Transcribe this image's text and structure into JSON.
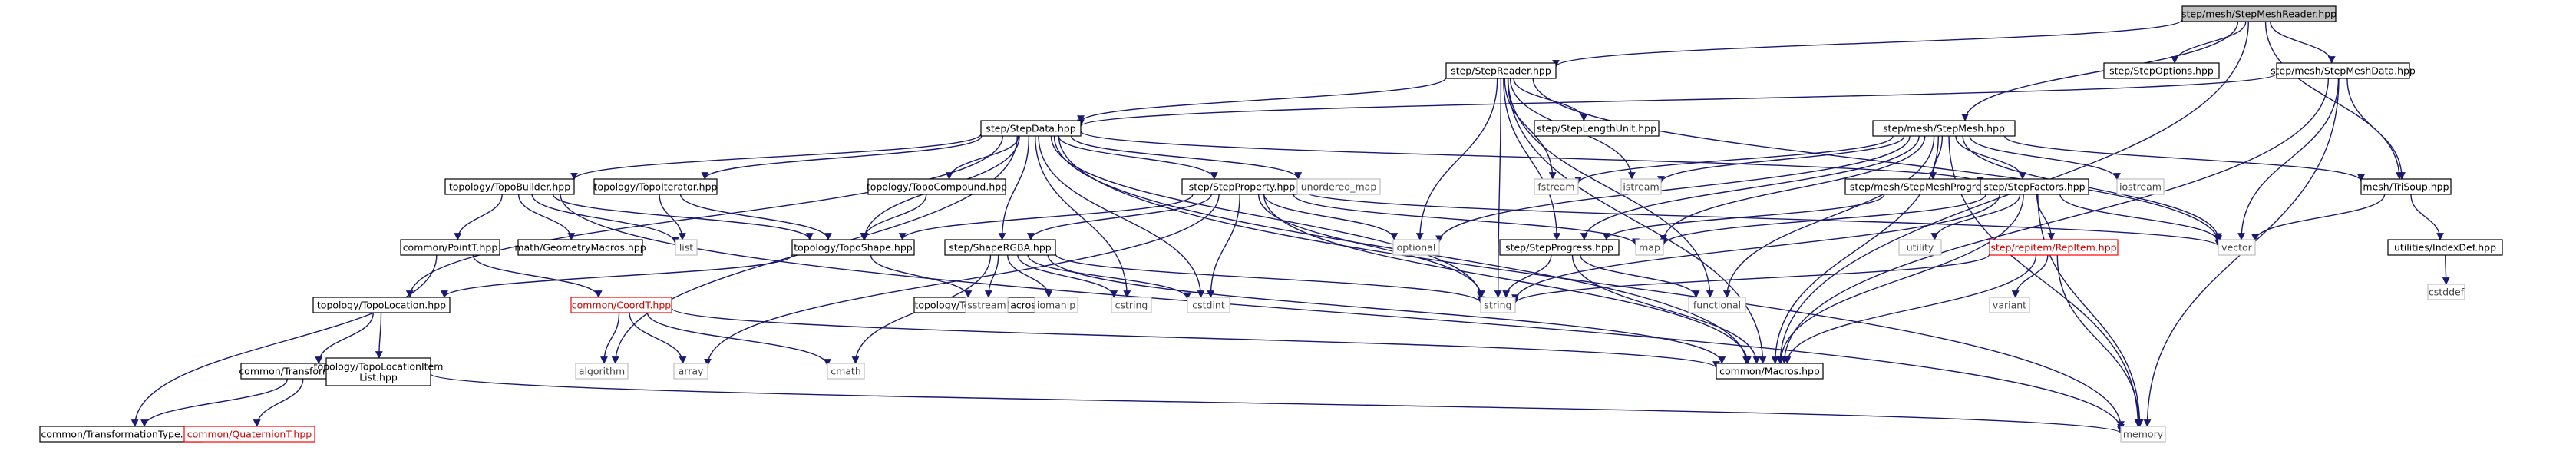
{
  "colors": {
    "edge": "#191970",
    "root_fill": "#bfbfbf",
    "root_stroke": "#000000",
    "local_stroke": "#000000",
    "local_text": "#000000",
    "system_stroke": "#bfbfbf",
    "system_text": "#444444",
    "incomplete_stroke": "#ff0000",
    "incomplete_text": "#cc0000"
  },
  "nodes": [
    {
      "id": "root",
      "label": "step/mesh/StepMeshReader.hpp",
      "kind": "root"
    },
    {
      "id": "reader",
      "label": "step/StepReader.hpp",
      "kind": "local"
    },
    {
      "id": "options",
      "label": "step/StepOptions.hpp",
      "kind": "local"
    },
    {
      "id": "meshdata",
      "label": "step/mesh/StepMeshData.hpp",
      "kind": "local"
    },
    {
      "id": "stepdata",
      "label": "step/StepData.hpp",
      "kind": "local"
    },
    {
      "id": "lengthunit",
      "label": "step/StepLengthUnit.hpp",
      "kind": "local"
    },
    {
      "id": "stepmesh",
      "label": "step/mesh/StepMesh.hpp",
      "kind": "local"
    },
    {
      "id": "topobuilder",
      "label": "topology/TopoBuilder.hpp",
      "kind": "local"
    },
    {
      "id": "topoiter",
      "label": "topology/TopoIterator.hpp",
      "kind": "local"
    },
    {
      "id": "topocompound",
      "label": "topology/TopoCompound.hpp",
      "kind": "local"
    },
    {
      "id": "stepproperty",
      "label": "step/StepProperty.hpp",
      "kind": "local"
    },
    {
      "id": "unordered_map",
      "label": "unordered_map",
      "kind": "system"
    },
    {
      "id": "fstream",
      "label": "fstream",
      "kind": "system"
    },
    {
      "id": "istream",
      "label": "istream",
      "kind": "system"
    },
    {
      "id": "meshprogress",
      "label": "step/mesh/StepMeshProgress.hpp",
      "kind": "local"
    },
    {
      "id": "iostream",
      "label": "iostream",
      "kind": "system"
    },
    {
      "id": "trisoup",
      "label": "mesh/TriSoup.hpp",
      "kind": "local"
    },
    {
      "id": "pointt",
      "label": "common/PointT.hpp",
      "kind": "local"
    },
    {
      "id": "geommacros",
      "label": "math/GeometryMacros.hpp",
      "kind": "local"
    },
    {
      "id": "list",
      "label": "list",
      "kind": "system"
    },
    {
      "id": "topashape",
      "label": "topology/TopoShape.hpp",
      "kind": "local"
    },
    {
      "id": "shapergba",
      "label": "step/ShapeRGBA.hpp",
      "kind": "local"
    },
    {
      "id": "optional",
      "label": "optional",
      "kind": "system"
    },
    {
      "id": "stepprogress",
      "label": "step/StepProgress.hpp",
      "kind": "local"
    },
    {
      "id": "map",
      "label": "map",
      "kind": "system"
    },
    {
      "id": "stepfactors",
      "label": "step/StepFactors.hpp",
      "kind": "local"
    },
    {
      "id": "utility",
      "label": "utility",
      "kind": "system"
    },
    {
      "id": "repitem",
      "label": "step/repitem/RepItem.hpp",
      "kind": "incomplete"
    },
    {
      "id": "vector",
      "label": "vector",
      "kind": "system"
    },
    {
      "id": "indexdef",
      "label": "utilities/IndexDef.hpp",
      "kind": "local"
    },
    {
      "id": "cstddef",
      "label": "cstddef",
      "kind": "system"
    },
    {
      "id": "topolocation",
      "label": "topology/TopoLocation.hpp",
      "kind": "local"
    },
    {
      "id": "coordt",
      "label": "common/CoordT.hpp",
      "kind": "incomplete"
    },
    {
      "id": "topomacros",
      "label": "topology/TopologyMacros.hpp",
      "kind": "local"
    },
    {
      "id": "sstream",
      "label": "sstream",
      "kind": "system"
    },
    {
      "id": "iomanip",
      "label": "iomanip",
      "kind": "system"
    },
    {
      "id": "cstring",
      "label": "cstring",
      "kind": "system"
    },
    {
      "id": "cstdint",
      "label": "cstdint",
      "kind": "system"
    },
    {
      "id": "string",
      "label": "string",
      "kind": "system"
    },
    {
      "id": "functional",
      "label": "functional",
      "kind": "system"
    },
    {
      "id": "variant",
      "label": "variant",
      "kind": "system"
    },
    {
      "id": "transformt",
      "label": "common/TransformationT.hpp",
      "kind": "local"
    },
    {
      "id": "topolocitem",
      "label": "topology/TopoLocationItem\nList.hpp",
      "kind": "local"
    },
    {
      "id": "algorithm",
      "label": "algorithm",
      "kind": "system"
    },
    {
      "id": "array",
      "label": "array",
      "kind": "system"
    },
    {
      "id": "cmath",
      "label": "cmath",
      "kind": "system"
    },
    {
      "id": "macros",
      "label": "common/Macros.hpp",
      "kind": "local"
    },
    {
      "id": "transformtype",
      "label": "common/TransformationType.hpp",
      "kind": "local"
    },
    {
      "id": "quaterniont",
      "label": "common/QuaternionT.hpp",
      "kind": "incomplete"
    },
    {
      "id": "memory",
      "label": "memory",
      "kind": "system"
    }
  ],
  "edges": [
    [
      "root",
      "reader"
    ],
    [
      "root",
      "options"
    ],
    [
      "root",
      "meshdata"
    ],
    [
      "root",
      "stepmesh"
    ],
    [
      "root",
      "trisoup"
    ],
    [
      "root",
      "macros"
    ],
    [
      "reader",
      "stepdata"
    ],
    [
      "reader",
      "lengthunit"
    ],
    [
      "reader",
      "fstream"
    ],
    [
      "reader",
      "istream"
    ],
    [
      "reader",
      "optional"
    ],
    [
      "reader",
      "stepprogress"
    ],
    [
      "reader",
      "vector"
    ],
    [
      "reader",
      "string"
    ],
    [
      "reader",
      "functional"
    ],
    [
      "reader",
      "macros"
    ],
    [
      "meshdata",
      "stepdata"
    ],
    [
      "meshdata",
      "trisoup"
    ],
    [
      "meshdata",
      "vector"
    ],
    [
      "meshdata",
      "memory"
    ],
    [
      "meshdata",
      "macros"
    ],
    [
      "stepdata",
      "topobuilder"
    ],
    [
      "stepdata",
      "topoiter"
    ],
    [
      "stepdata",
      "topocompound"
    ],
    [
      "stepdata",
      "topashape"
    ],
    [
      "stepdata",
      "topolocation"
    ],
    [
      "stepdata",
      "stepproperty"
    ],
    [
      "stepdata",
      "shapergba"
    ],
    [
      "stepdata",
      "stepfactors"
    ],
    [
      "stepdata",
      "unordered_map"
    ],
    [
      "stepdata",
      "string"
    ],
    [
      "stepdata",
      "cstring"
    ],
    [
      "stepdata",
      "cstdint"
    ],
    [
      "stepdata",
      "algorithm"
    ],
    [
      "stepdata",
      "macros"
    ],
    [
      "stepdata",
      "memory"
    ],
    [
      "stepmesh",
      "fstream"
    ],
    [
      "stepmesh",
      "istream"
    ],
    [
      "stepmesh",
      "iostream"
    ],
    [
      "stepmesh",
      "meshprogress"
    ],
    [
      "stepmesh",
      "stepfactors"
    ],
    [
      "stepmesh",
      "stepprogress"
    ],
    [
      "stepmesh",
      "trisoup"
    ],
    [
      "stepmesh",
      "optional"
    ],
    [
      "stepmesh",
      "vector"
    ],
    [
      "stepmesh",
      "map"
    ],
    [
      "stepmesh",
      "functional"
    ],
    [
      "stepmesh",
      "memory"
    ],
    [
      "stepmesh",
      "macros"
    ],
    [
      "topobuilder",
      "pointt"
    ],
    [
      "topobuilder",
      "geommacros"
    ],
    [
      "topobuilder",
      "list"
    ],
    [
      "topobuilder",
      "topashape"
    ],
    [
      "topobuilder",
      "memory"
    ],
    [
      "topoiter",
      "list"
    ],
    [
      "topoiter",
      "topashape"
    ],
    [
      "topocompound",
      "topashape"
    ],
    [
      "stepproperty",
      "topashape"
    ],
    [
      "stepproperty",
      "shapergba"
    ],
    [
      "stepproperty",
      "optional"
    ],
    [
      "stepproperty",
      "map"
    ],
    [
      "stepproperty",
      "vector"
    ],
    [
      "stepproperty",
      "string"
    ],
    [
      "stepproperty",
      "array"
    ],
    [
      "stepproperty",
      "cstdint"
    ],
    [
      "stepproperty",
      "macros"
    ],
    [
      "meshprogress",
      "stepprogress"
    ],
    [
      "trisoup",
      "indexdef"
    ],
    [
      "trisoup",
      "vector"
    ],
    [
      "pointt",
      "coordt"
    ],
    [
      "topashape",
      "topolocation"
    ],
    [
      "topashape",
      "topomacros"
    ],
    [
      "shapergba",
      "sstream"
    ],
    [
      "shapergba",
      "iomanip"
    ],
    [
      "shapergba",
      "cstring"
    ],
    [
      "shapergba",
      "cstdint"
    ],
    [
      "shapergba",
      "string"
    ],
    [
      "shapergba",
      "cmath"
    ],
    [
      "shapergba",
      "macros"
    ],
    [
      "stepprogress",
      "string"
    ],
    [
      "stepprogress",
      "functional"
    ],
    [
      "stepprogress",
      "macros"
    ],
    [
      "stepfactors",
      "utility"
    ],
    [
      "stepfactors",
      "vector"
    ],
    [
      "stepfactors",
      "map"
    ],
    [
      "stepfactors",
      "repitem"
    ],
    [
      "stepfactors",
      "string"
    ],
    [
      "stepfactors",
      "macros"
    ],
    [
      "stepfactors",
      "memory"
    ],
    [
      "repitem",
      "variant"
    ],
    [
      "repitem",
      "string"
    ],
    [
      "repitem",
      "macros"
    ],
    [
      "repitem",
      "memory"
    ],
    [
      "indexdef",
      "cstddef"
    ],
    [
      "topolocation",
      "transformt"
    ],
    [
      "topolocation",
      "topolocitem"
    ],
    [
      "coordt",
      "algorithm"
    ],
    [
      "coordt",
      "array"
    ],
    [
      "coordt",
      "cmath"
    ],
    [
      "coordt",
      "macros"
    ],
    [
      "transformt",
      "transformtype"
    ],
    [
      "transformt",
      "quaterniont"
    ],
    [
      "topolocitem",
      "memory"
    ],
    [
      "pointt",
      "transformtype"
    ]
  ]
}
